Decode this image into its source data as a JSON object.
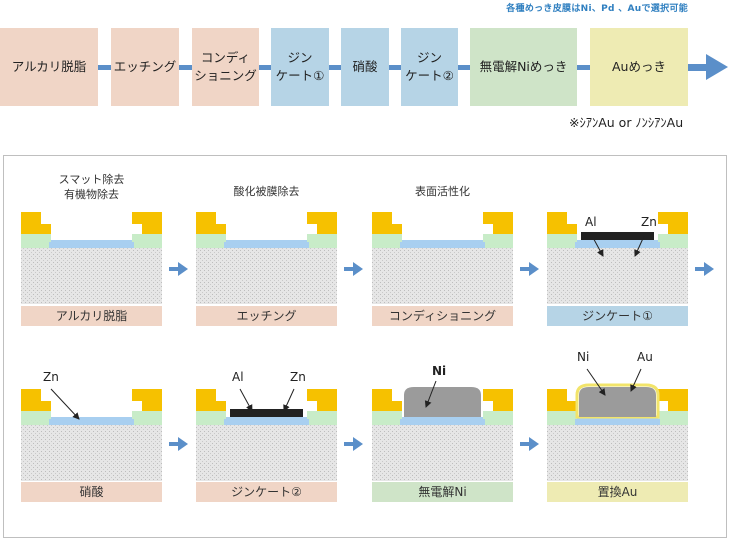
{
  "header_note": "各種めっき皮膜はNi、Pd 、Auで選択可能",
  "flow": {
    "steps": [
      {
        "label": "アルカリ脱脂",
        "color": "#f0d5c6"
      },
      {
        "label": "エッチング",
        "color": "#f0d5c6"
      },
      {
        "label": "コンディ\nショニング",
        "color": "#f0d5c6"
      },
      {
        "label": "ジン\nケート①",
        "color": "#b6d4e6"
      },
      {
        "label": "硝酸",
        "color": "#b6d4e6"
      },
      {
        "label": "ジン\nケート②",
        "color": "#b6d4e6"
      },
      {
        "label": "無電解Niめっき",
        "color": "#cfe4c8"
      },
      {
        "label": "Auめっき",
        "color": "#eeebb3"
      }
    ],
    "footnote": "※ｼｱﾝAu or ﾉﾝｼｱﾝAu"
  },
  "colors": {
    "pad_yellow": "#f6c100",
    "passivation_green": "#c8ecc8",
    "aluminum_blue": "#a8cff0",
    "silicon_gray": "#e2e2e2",
    "zincate_black": "#222222",
    "nickel_gray": "#9b9b9b",
    "gold_outline": "#f2e46a",
    "arrow_blue": "#5b8fc9"
  },
  "steps": [
    {
      "caption": "スマット除去\n有機物除去",
      "label": "アルカリ脱脂",
      "label_color": "pink",
      "layer": "none",
      "annotations": []
    },
    {
      "caption": "酸化被膜除去",
      "label": "エッチング",
      "label_color": "pink",
      "layer": "none",
      "annotations": []
    },
    {
      "caption": "表面活性化",
      "label": "コンディショニング",
      "label_color": "pink",
      "layer": "none",
      "annotations": []
    },
    {
      "caption": "",
      "label": "ジンケート①",
      "label_color": "blue",
      "layer": "zincate",
      "annotations": [
        "Al",
        "Zn"
      ]
    },
    {
      "caption": "",
      "label": "硝酸",
      "label_color": "pink",
      "layer": "none",
      "annotations": [
        "Zn"
      ]
    },
    {
      "caption": "",
      "label": "ジンケート②",
      "label_color": "pink",
      "layer": "zincate",
      "annotations": [
        "Al",
        "Zn"
      ]
    },
    {
      "caption": "",
      "label": "無電解Ni",
      "label_color": "green",
      "layer": "nickel",
      "annotations": [
        "Ni"
      ]
    },
    {
      "caption": "",
      "label": "置換Au",
      "label_color": "yellow",
      "layer": "gold",
      "annotations": [
        "Ni",
        "Au"
      ]
    }
  ]
}
